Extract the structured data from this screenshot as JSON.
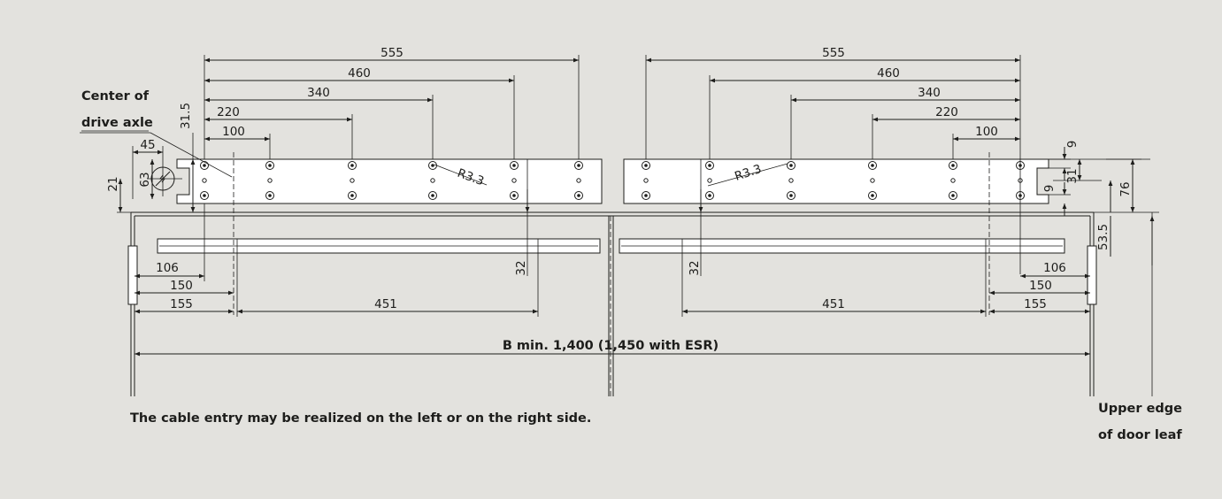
{
  "labels": {
    "center_of_drive_axle": [
      "Center of",
      "drive axle"
    ],
    "upper_edge": [
      "Upper edge",
      "of door leaf"
    ],
    "cable_note": "The cable entry may be realized on the left or on the right side.",
    "total_width": "B min. 1,400 (1,450 with ESR)"
  },
  "left_dims": {
    "top": [
      "555",
      "460",
      "340",
      "220",
      "100"
    ],
    "radius": "R3.3",
    "axle_45": "45",
    "axle_63": "63",
    "axle_21": "21",
    "axle_31_5": "31.5",
    "depth_32": "32",
    "bottom": [
      "106",
      "150",
      "155"
    ],
    "rail_451": "451"
  },
  "right_dims": {
    "top": [
      "555",
      "460",
      "340",
      "220",
      "100"
    ],
    "radius": "R3.3",
    "side": [
      "9",
      "31",
      "9",
      "76",
      "53.5"
    ],
    "depth_32": "32",
    "bottom": [
      "106",
      "150",
      "155"
    ],
    "rail_451": "451"
  },
  "colors": {
    "background": "#e3e2de",
    "ink": "#1d1d1b",
    "part": "#ffffff"
  }
}
